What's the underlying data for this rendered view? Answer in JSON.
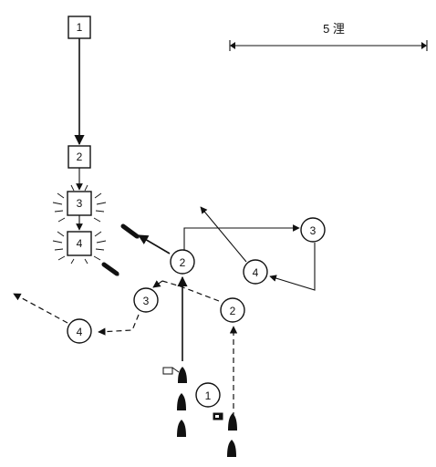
{
  "scale": {
    "label": "5 浬"
  },
  "boxes": [
    {
      "id": "box-1",
      "label": "1"
    },
    {
      "id": "box-2",
      "label": "2"
    },
    {
      "id": "box-3",
      "label": "3"
    },
    {
      "id": "box-4",
      "label": "4"
    }
  ],
  "solid_track": [
    {
      "id": "solid-2",
      "label": "2"
    },
    {
      "id": "solid-3",
      "label": "3"
    },
    {
      "id": "solid-4",
      "label": "4"
    }
  ],
  "dashed_track": [
    {
      "id": "dashed-1",
      "label": "1"
    },
    {
      "id": "dashed-2",
      "label": "2"
    },
    {
      "id": "dashed-3",
      "label": "3"
    },
    {
      "id": "dashed-4",
      "label": "4"
    }
  ]
}
